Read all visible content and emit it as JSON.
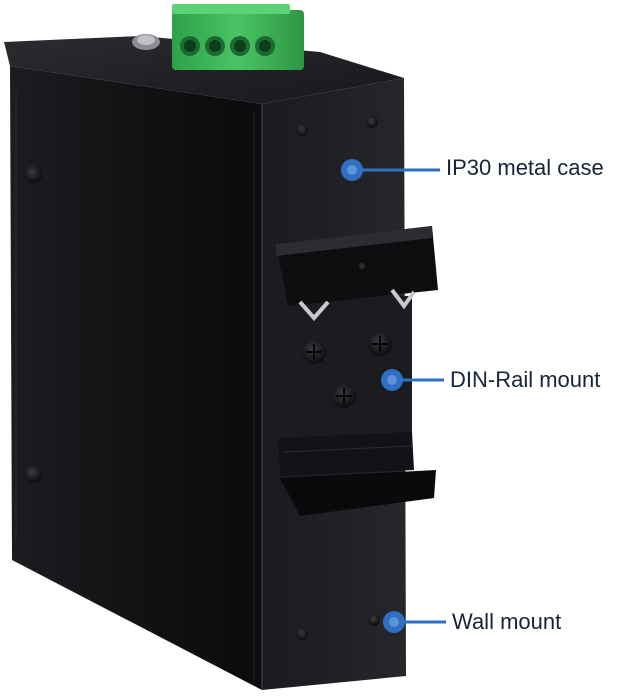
{
  "callouts": [
    {
      "label": "IP30 metal case"
    },
    {
      "label": "DIN-Rail mount"
    },
    {
      "label": "Wall mount"
    }
  ],
  "colors": {
    "callout_accent": "#2f6fc4",
    "callout_text": "#16233a",
    "device_body": "#111214",
    "terminal_block": "#3fb55a"
  }
}
